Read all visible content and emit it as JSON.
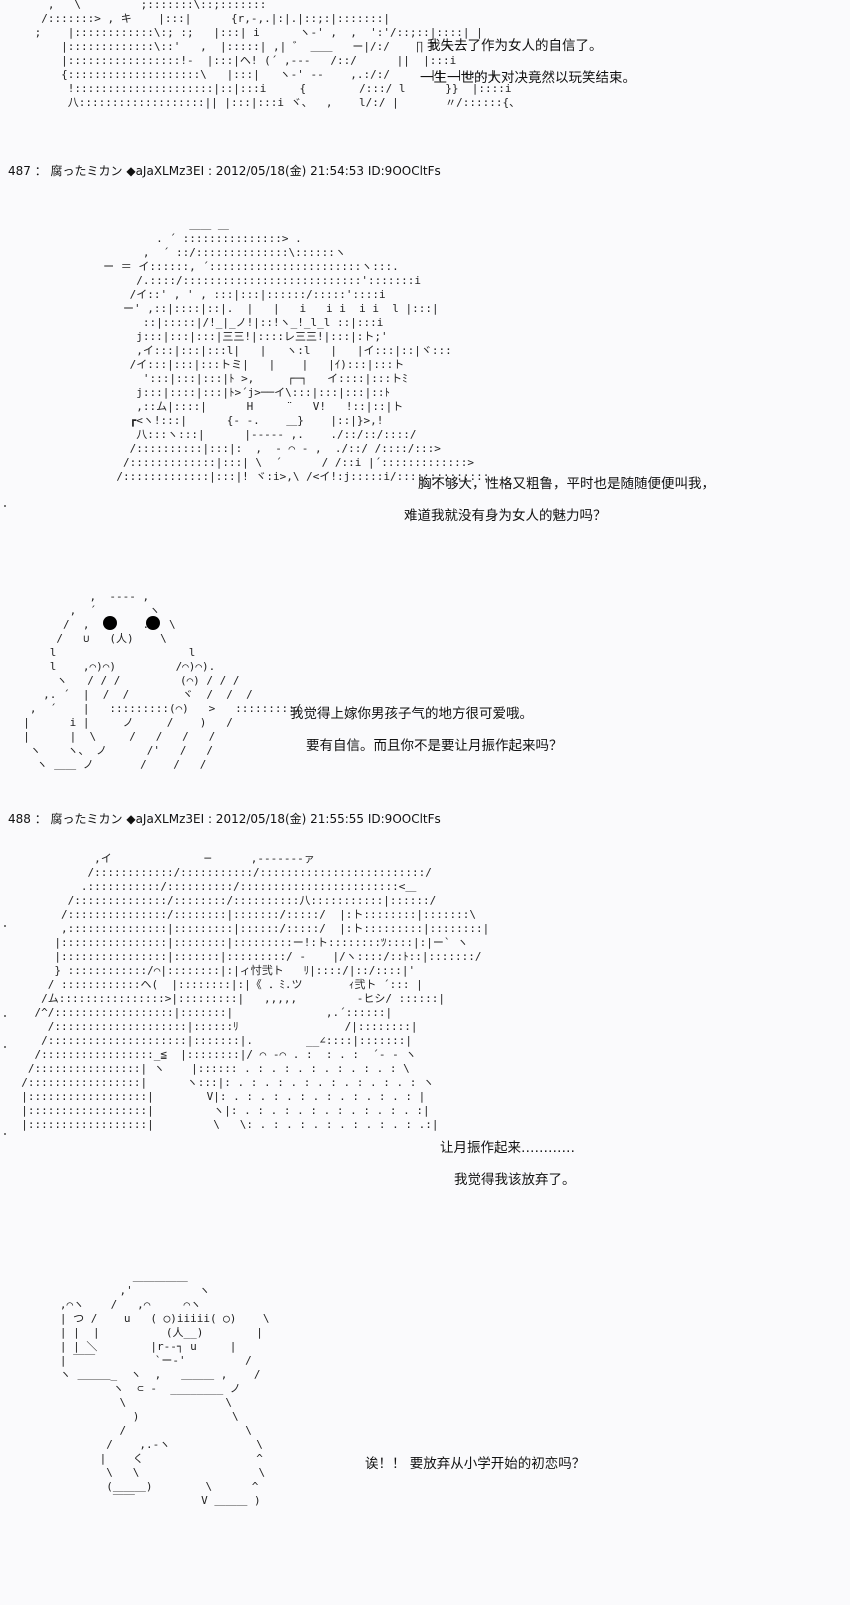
{
  "posts": [
    {
      "header": "",
      "art": "   ,   \\         ;:::::::\\::;:::::::\n  /:::::::> , キ    |:::|      {r,-,.|:|.|::;:|:::::::|\n ;    |::::::::::::\\:; :;   |:::| i      ヽ-' ,  ,  ':'/::;::|::::| |\n     |:::::::::::::\\::'   ,  |:::::| ,| ゛ ＿＿   ー|/:/    ∏ T ヽ .\n     |:::::::::::::::::!-  |:::|ヘ! (´ ,-‐‐   /::/      ||  |:::i\n     {::::::::::::::::::::\\   |:::|   ヽ-' ‐‐    ,.:/:/      ||  |::::|\n      !:::::::::::::::::::::|::|:::i     {        /:::/ l      }}  |::::i\n      八:::::::::::::::::::|| |:::|:::i ヾ、  ,    l/:/ |       〃/::::::{、",
      "lines": [
        "我失去了作为女人的自信了。",
        "一生一世的大对决竟然以玩笑结束。"
      ]
    },
    {
      "header": "487 ： 腐ったミカン ◆aJaXLMz3EI : 2012/05/18(金) 21:54:53 ID:9OOCltFs",
      "art": "                  ＿＿ ＿\n             . ´ :::::::::::::::> .\n           ,  ´ ::/::::::::::::::\\::::::ヽ\n     ー ＝ イ::::::, ´:::::::::::::::::::::::ヽ:::.\n          /.::::/:::::::::::::::::::::::::::':::::::i\n         /イ::' , ' , :::|:::|::::::/:::::'::::i\n        ー' ,::|::::|::|.  |   |   i   i i  i i  l |:::|\n           ::|:::::|/!_|_ノ!|::!ヽ_!_l_l ::|:::i\n          j:::|:::|:::|三三!|::::レ三三!|:::|:ト;'\n          ,イ:::|:::|:::l|   |   ヽ:l   |   |イ:::|::|ヾ:::\n         /イ:::|:::|:::トミ|   |    |   |ｲ):::|:::ト\n           ':::|:::|:::|ﾄ >,     ┌─┐   イ::::|:::トﾐ\n          j:::|::::|:::|ﾄ>´j>──イ\\:::|:::|:::|::ﾄ\n          ,::ム|::::|      H     ¨   V!   !::|::|ト\n         ┏<ヽ!:::|      {‐ ‐.    ＿}    |::|}>,!\n          八:::ヽ:::|      |‐‐‐‐‐ ,.    ./::/::/::::/\n         /::::::::::|:::|:  ,  ‐ ⌒ ‐ ,  ./::/ /::::/:::>\n        /:::::::::::::|:::| \\  ´      / /::i |´:::::::::::::>\n       /:::::::::::::|:::|! ヾ:i>,\\ /<イ!:j:::::i/::::::::::::::",
      "lines": [
        "胸不够大，性格又粗鲁，平时也是随随便便叫我，",
        "难道我就没有身为女人的魅力吗？"
      ]
    },
    {
      "header": "",
      "art": "            ,  ‐‐‐‐ ,\n         ,  ´        ヽ\n        /  ,        .   \\\n       /   ∪   (人)    \\\n      l                    l\n      l    ,⌒)⌒)         /⌒)⌒).\n       ヽ   / / /         (⌒) / / /\n     ,. ´  |  /  /        ヾ  /  /  /\n   ,  ´    |   :::::::::(⌒)   >   :::::::::/\n  |      i |     ノ     /    )   /\n  |      |  \\     /   /   /   /\n   ヽ    ヽ、 ノ      /'   /   /\n    ヽ ＿＿ ノ       /    /   /",
      "lines": [
        "我觉得上嫁你男孩子气的地方很可爱哦。",
        "要有自信。而且你不是要让月振作起来吗？"
      ]
    },
    {
      "header": "488 ： 腐ったミカン ◆aJaXLMz3EI : 2012/05/18(金) 21:55:55 ID:9OOCltFs",
      "art": "             ,イ              ─      ,-------ァ\n            /::::::::::::/:::::::::::/:::::::::::::::::::::::::/\n           .:::::::::::/::::::::::/::::::::::::::::::::::::<＿\n         /::::::::::::::/::::::::/::::::::::八:::::::::::|::::::/\n        /:::::::::::::::/::::::::|:::::::/:::::/  |:ト::::::::|:::::::\\\n        ,:::::::::::::::|:::::::::|::::::/:::::/  |:ト:::::::::|::::::::|\n       |::::::::::::::::|::::::::|:::::::::ー!:ト::::::::ﾂ::::|:|ー` ヽ\n       |::::::::::::::::|:::::::|:::::::::/ ‐    |/ヽ::::/::ﾄ::|:::::::/\n       } ::::::::::::/⌒|::::::::|:|ィ忖弐ト   ﾘ|::::/|::/::::|'\n      / ::::::::::::ヘ(  |::::::::|:|《 ．ﾐ.ツ       ｨ弐ト ´::: |\n     /ム::::::::::::::::>|:::::::::|   ,,,,,         ‐ヒシ/ ::::::|\n    /^/::::::::::::::::::|:::::::|              ,.´::::::|\n      /::::::::::::::::::::|::::::ﾘ                /|::::::::|\n     /:::::::::::::::::::::|:::::::|.        __∠::::|:::::::|\n    /:::::::::::::::::_≦  |::::::::|/ ⌒ ‐⌒ . :  : . :  ´‐ ‐ ヽ\n   /::::::::::::::::| ヽ    |:::::: . : . : . : . : . : . : \\\n  /:::::::::::::::::|      ヽ:::|: . : . : . : . : . : . : . : ヽ\n  |::::::::::::::::::|        V|: . : . : . : . : . : . : . : |\n  |::::::::::::::::::|         ヽ|: . : . : . : . : . : . : . :|\n  |::::::::::::::::::|         \\   \\: . : . : . : . : . : . : .:|",
      "lines": [
        "让月振作起来…………",
        "我觉得我该放弃了。"
      ]
    },
    {
      "header": "",
      "art": "              ＿＿＿＿＿\n            ,'          ヽ\n   ,⌒ヽ    /   ,⌒     ⌒ヽ\n   | つ /    u   ( ◯)iiiii( ◯)    \\\n   | |  |          (人__)        |\n   | | ＼        |r‐-┐ u     |\n   | ￣￣         `ー‐'         /\n   ヽ ＿＿＿_  ヽ  ,   ＿＿＿ ,    /\n           ヽ  ⊂ -  ________ ノ\n            \\               \\\n              )              \\\n            /                  \\\n          /    ,.‐ヽ             \\\n         |    く                 ^\n          \\   \\                  \\\n          (＿＿＿)        \\      ^\n           ￣￣          V ＿＿＿ )",
      "lines": [
        "诶！！ 要放弃从小学开始的初恋吗？"
      ]
    }
  ]
}
